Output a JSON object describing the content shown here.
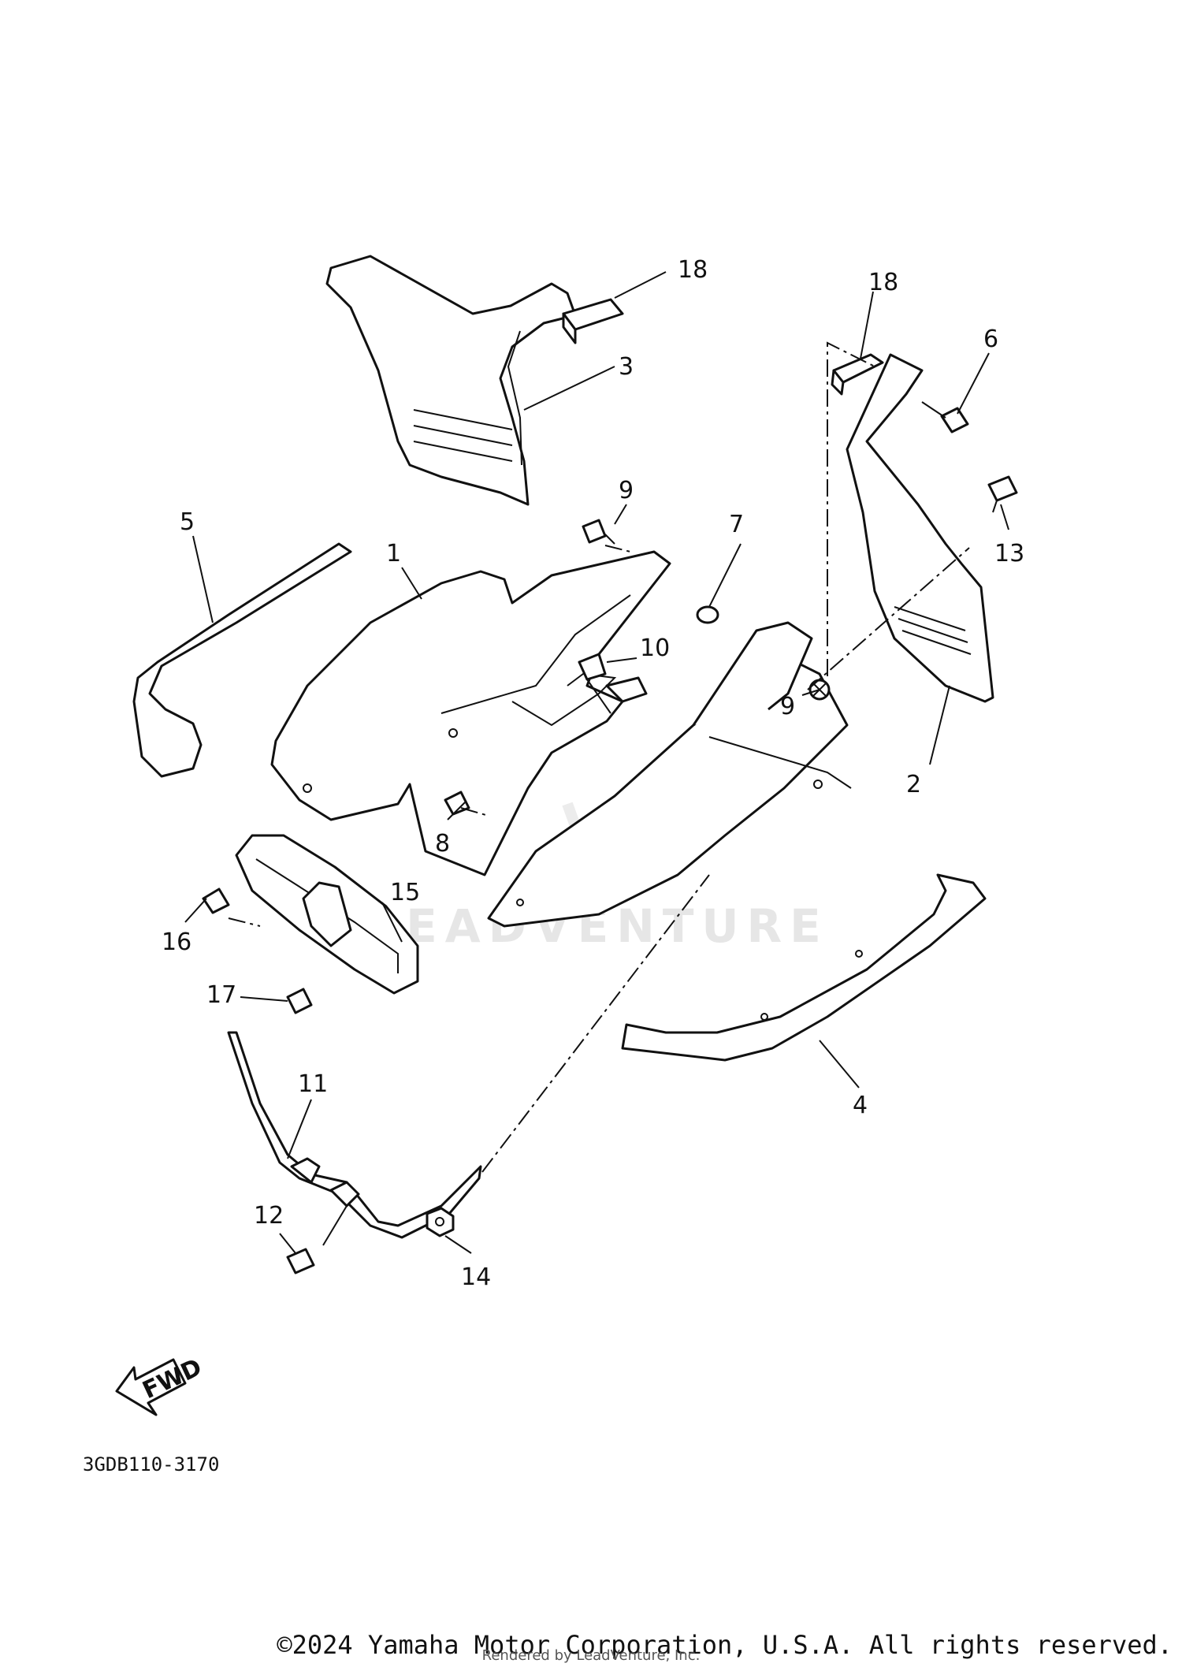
{
  "diagram": {
    "diagram_code": "3GDB110-3170",
    "fwd_label": "FWD",
    "callouts": [
      "1",
      "2",
      "3",
      "4",
      "5",
      "6",
      "7",
      "8",
      "9",
      "9",
      "10",
      "11",
      "12",
      "13",
      "14",
      "15",
      "16",
      "17",
      "18",
      "18"
    ]
  },
  "watermark": {
    "text": "LEADVENTURE"
  },
  "footer": {
    "copyright": "©2024 Yamaha Motor Corporation, U.S.A. All rights reserved.",
    "rendered_by": "Rendered by LeadVenture, Inc."
  }
}
